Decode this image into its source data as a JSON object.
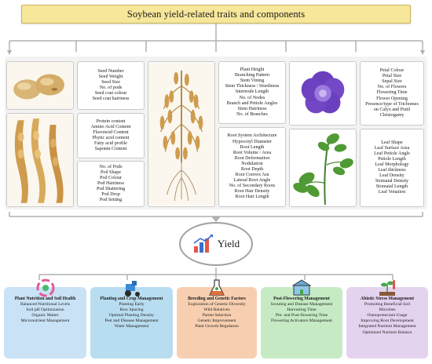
{
  "title": "Soybean yield-related traits and components",
  "seed_traits": [
    "Seed Number",
    "Seed Weight",
    "Seed Size",
    "No. of pods",
    "Seed coat colour",
    "Seed coat hairiness"
  ],
  "composition_traits": [
    "Protein content",
    "Amino Acid Content",
    "Flavonoid Content",
    "Phytic acid content",
    "Fatty acid profile",
    "Saponin Content"
  ],
  "pod_traits": [
    "No. of Pods",
    "Pod Shape",
    "Pod Colour",
    "Pod Hairiness",
    "Pod Shattering",
    "Pod Drop",
    "Pod Setting"
  ],
  "shoot_traits": [
    "Plant Height",
    "Branching Pattern",
    "Stem Vining",
    "Stem Thickness / Sturdiness",
    "Internode Length",
    "No. of Nodes",
    "Branch and Petiole Angles",
    "Stem Hairiness",
    "No. of Branches"
  ],
  "root_traits": [
    "Root System Architecture",
    "Hypocotyl  Diameter",
    "Root Length",
    "Root Volume / Area",
    "Root Deformation",
    "Nodulation",
    "Root Depth",
    "Root Convex Ara",
    "Lateral Root Angle",
    "No. of Secondary Roots",
    "Root Hair Density",
    "Root Hair Length"
  ],
  "flower_traits": [
    "Petal Colour",
    "Petal Size",
    "Sepal Size",
    "No. of Flowers",
    "Flowering Time",
    "Flower Opening",
    "Presence/type of Trichomes",
    "on Calyx and Pistil",
    "Cleistogamy"
  ],
  "leaf_traits": [
    "Leaf Shape",
    "Leaf Surface Area",
    "Leaf Petiole Angle",
    "Petiole Length",
    "Leaf Morphology",
    "Leaf thickness",
    "Leaf Density",
    "Stomatal Density",
    "Stomatal Length",
    "Leaf Venation"
  ],
  "yield_label": "Yield",
  "cards": [
    {
      "title": "Plant Nutrition and Soil Health",
      "items": [
        "Balanced Nutritional Levels",
        "Soil pH Optimization",
        "Organic Matter",
        "Micronutrient Management"
      ],
      "color": "#c9e2f6"
    },
    {
      "title": "Planting and Crop Management",
      "items": [
        "Planting Early",
        "Row Spacing",
        "Optimal Planting Density",
        "Pest and Disease Management",
        "Water Management"
      ],
      "color": "#b9ddf0"
    },
    {
      "title": "Breeding and Genetic Factors",
      "items": [
        "Exploration of Genetic Diversity",
        "Wild Relatives",
        "Parent Selection",
        "Genetic Improvement",
        "Plant Growth Regulators"
      ],
      "color": "#f7cfb0"
    },
    {
      "title": "Post-Flowering Management",
      "items": [
        "Scouting and Disease Management",
        "Harvesting Time",
        "Pre- and Post-flowering Time",
        "Flowering Activators Management"
      ],
      "color": "#c6ebc4"
    },
    {
      "title": "Abiotic Stress Management",
      "items": [
        "Promoting Beneficial Soil",
        "Microbes",
        "Osmoprotectant Usage",
        "Improving Root Development",
        "Integrated Nutrient Management",
        "Optimized Nutrient Balance"
      ],
      "color": "#e4d3ef"
    }
  ]
}
